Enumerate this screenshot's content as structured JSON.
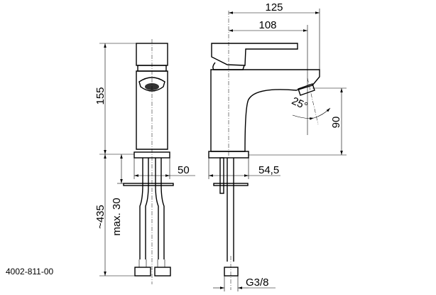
{
  "drawing": {
    "part_number": "4002-811-00",
    "dimensions": {
      "height_body": "155",
      "hose_length": "~435",
      "max_counter_thickness": "max. 30",
      "width_front": "50",
      "total_reach": "125",
      "lever_reach": "108",
      "spout_height": "90",
      "base_depth": "54,5",
      "spout_angle": "25°",
      "thread": "G3/8"
    },
    "line_color": "#000000"
  }
}
